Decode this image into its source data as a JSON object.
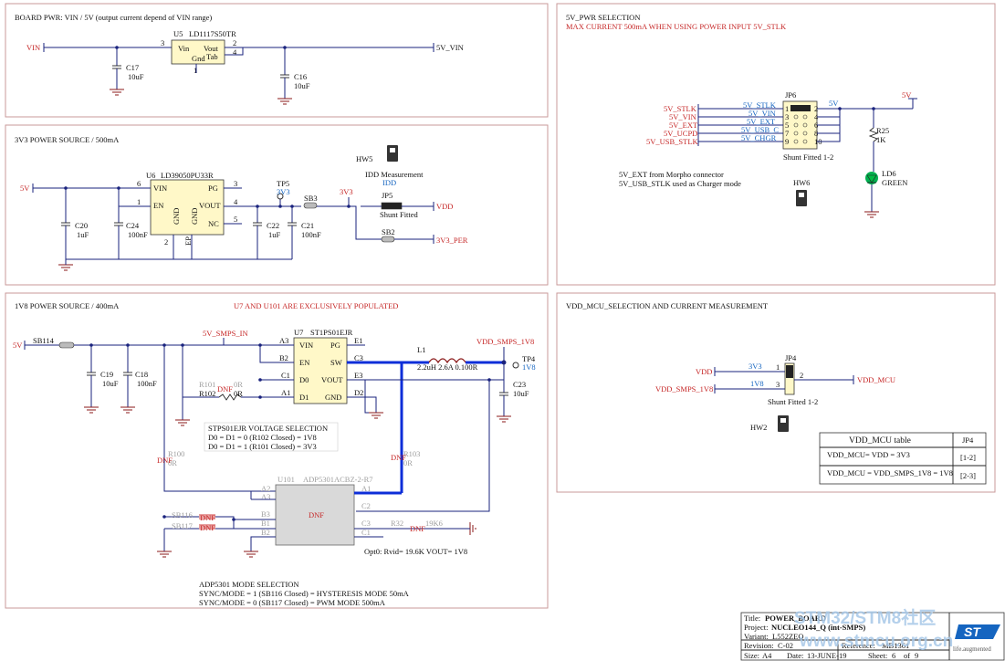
{
  "sections": {
    "board_pwr": {
      "title": "BOARD PWR: VIN / 5V (output current depend of VIN range)",
      "vin": "VIN",
      "out": "5V_VIN",
      "u5_ref": "U5",
      "u5_part": "LD1117S50TR",
      "u5_pins": {
        "vin": "Vin",
        "vout": "Vout",
        "tab": "Tab",
        "gnd": "Gnd",
        "p3": "3",
        "p2": "2",
        "p4": "4",
        "p1": "1"
      },
      "c17": "C17",
      "c17v": "10uF",
      "c16": "C16",
      "c16v": "10uF"
    },
    "v3v3": {
      "title": "3V3 POWER SOURCE / 500mA",
      "in": "5V",
      "u6_ref": "U6",
      "u6_part": "LD39050PU33R",
      "pins": {
        "vin": "VIN",
        "en": "EN",
        "gnd1": "GND",
        "gnd2": "GND",
        "pg": "PG",
        "vout": "VOUT",
        "nc": "NC",
        "p6": "6",
        "p1": "1",
        "p3": "3",
        "p4": "4",
        "p5": "5",
        "p2": "2",
        "ep": "EP"
      },
      "c20": "C20",
      "c20v": "1uF",
      "c24": "C24",
      "c24v": "100nF",
      "c22": "C22",
      "c22v": "1uF",
      "c21": "C21",
      "c21v": "100nF",
      "tp5": "TP5",
      "tp5v": "3V3",
      "sb3": "SB3",
      "n3v3": "3V3",
      "jp5": "JP5",
      "jp5v": "Shunt Fitted",
      "sb2": "SB2",
      "vdd": "VDD",
      "v3v3per": "3V3_PER",
      "hw5": "HW5",
      "idd": "IDD Measurement",
      "iddn": "IDD"
    },
    "v5sel": {
      "title": "5V_PWR SELECTION",
      "warn": "MAX CURRENT 500mA WHEN USING POWER INPUT 5V_STLK",
      "left": [
        "5V_STLK",
        "5V_VIN",
        "5V_EXT",
        "5V_UCPD",
        "5V_USB_STLK"
      ],
      "labels": [
        "5V_STLK",
        "5V_VIN",
        "5V_EXT",
        "5V_USB_C",
        "5V_CHGR"
      ],
      "jp6": "JP6",
      "jp6v": "Shunt Fitted 1-2",
      "pins_l": [
        "1",
        "3",
        "5",
        "7",
        "9"
      ],
      "pins_r": [
        "2",
        "4",
        "6",
        "8",
        "10"
      ],
      "out": "5V",
      "r25": "R25",
      "r25v": "1K",
      "ld6": "LD6",
      "ld6v": "GREEN",
      "note1": "5V_EXT from Morpho connector",
      "note2": "5V_USB_STLK used as Charger mode",
      "hw6": "HW6"
    },
    "v1v8": {
      "title": "1V8 POWER SOURCE / 400mA",
      "warn": "U7 AND U101 ARE EXCLUSIVELY POPULATED",
      "in": "5V",
      "sb114": "SB114",
      "c19": "C19",
      "c19v": "10uF",
      "c18": "C18",
      "c18v": "100nF",
      "smps_in": "5V_SMPS_IN",
      "u7": "U7",
      "u7p": "ST1PS01EJR",
      "u7pins": {
        "a3": "A3",
        "vin": "VIN",
        "pg": "PG",
        "e1": "E1",
        "b2": "B2",
        "en": "EN",
        "sw": "SW",
        "c3": "C3",
        "c1": "C1",
        "d0": "D0",
        "vout": "VOUT",
        "e3": "E3",
        "a1": "A1",
        "d1": "D1",
        "gnd": "GND",
        "d2": "D2"
      },
      "r101": "R101",
      "r101v": "0R",
      "r102": "R102",
      "r102v": "0R",
      "dnf": "DNF",
      "l1": "L1",
      "l1v": "2.2uH 2.6A 0.100R",
      "vdd_smps": "VDD_SMPS_1V8",
      "tp4": "TP4",
      "tp4v": "1V8",
      "c23": "C23",
      "c23v": "10uF",
      "sel_title": "STPS01EJR VOLTAGE SELECTION",
      "sel1": "D0 = D1 = 0 (R102 Closed) = 1V8",
      "sel2": "D0 = D1 = 1 (R101 Closed) = 3V3",
      "r100": "R100",
      "r100v": "0R",
      "r103": "R103",
      "r103v": "0R",
      "u101": "U101",
      "u101p": "ADP5301ACBZ-2-R7",
      "u101pins": {
        "a2": "A2",
        "a3": "A3",
        "b3": "B3",
        "b1": "B1",
        "b2": "B2",
        "a1": "A1",
        "c2": "C2",
        "c3": "C3",
        "c1": "C1"
      },
      "sb116": "SB116",
      "sb117": "SB117",
      "r32": "R32",
      "r32v": "19K6",
      "opt": "Opt0: Rvid= 19.6K VOUT= 1V8",
      "mode_title": "ADP5301 MODE SELECTION",
      "mode1": "SYNC/MODE  = 1 (SB116 Closed) = HYSTERESIS MODE 50mA",
      "mode2": "SYNC/MODE  = 0 (SB117 Closed) = PWM MODE 500mA"
    },
    "vddmcu": {
      "title": "VDD_MCU_SELECTION AND CURRENT MEASUREMENT",
      "vdd": "VDD",
      "vdd_smps": "VDD_SMPS_1V8",
      "n3v3": "3V3",
      "n1v8": "1V8",
      "jp4": "JP4",
      "jp4v": "Shunt Fitted 1-2",
      "p1": "1",
      "p2": "2",
      "p3": "3",
      "out": "VDD_MCU",
      "hw2": "HW2",
      "table": {
        "h1": "VDD_MCU table",
        "h2": "JP4",
        "r1a": "VDD_MCU= VDD = 3V3",
        "r1b": "[1-2]",
        "r2a": "VDD_MCU = VDD_SMPS_1V8 = 1V8",
        "r2b": "[2-3]"
      }
    }
  },
  "title_block": {
    "title_l": "Title:",
    "title": "POWER_BOARD",
    "project_l": "Project:",
    "project": "NUCLEO144_Q (int-SMPS)",
    "variant_l": "Variant:",
    "variant": "L552ZEQ",
    "revision_l": "Revision:",
    "revision": "C-02",
    "reference_l": "Reference:",
    "reference": "MB1361",
    "size_l": "Size:",
    "size": "A4",
    "date_l": "Date:",
    "date": "13-JUNE-19",
    "sheet_l": "Sheet:",
    "sheet": "6",
    "of": "of",
    "sheets": "9",
    "brand": "life.augmented",
    "watermark1": "STM32/STM8社区",
    "watermark2": "www.stmcu.org.cn"
  }
}
